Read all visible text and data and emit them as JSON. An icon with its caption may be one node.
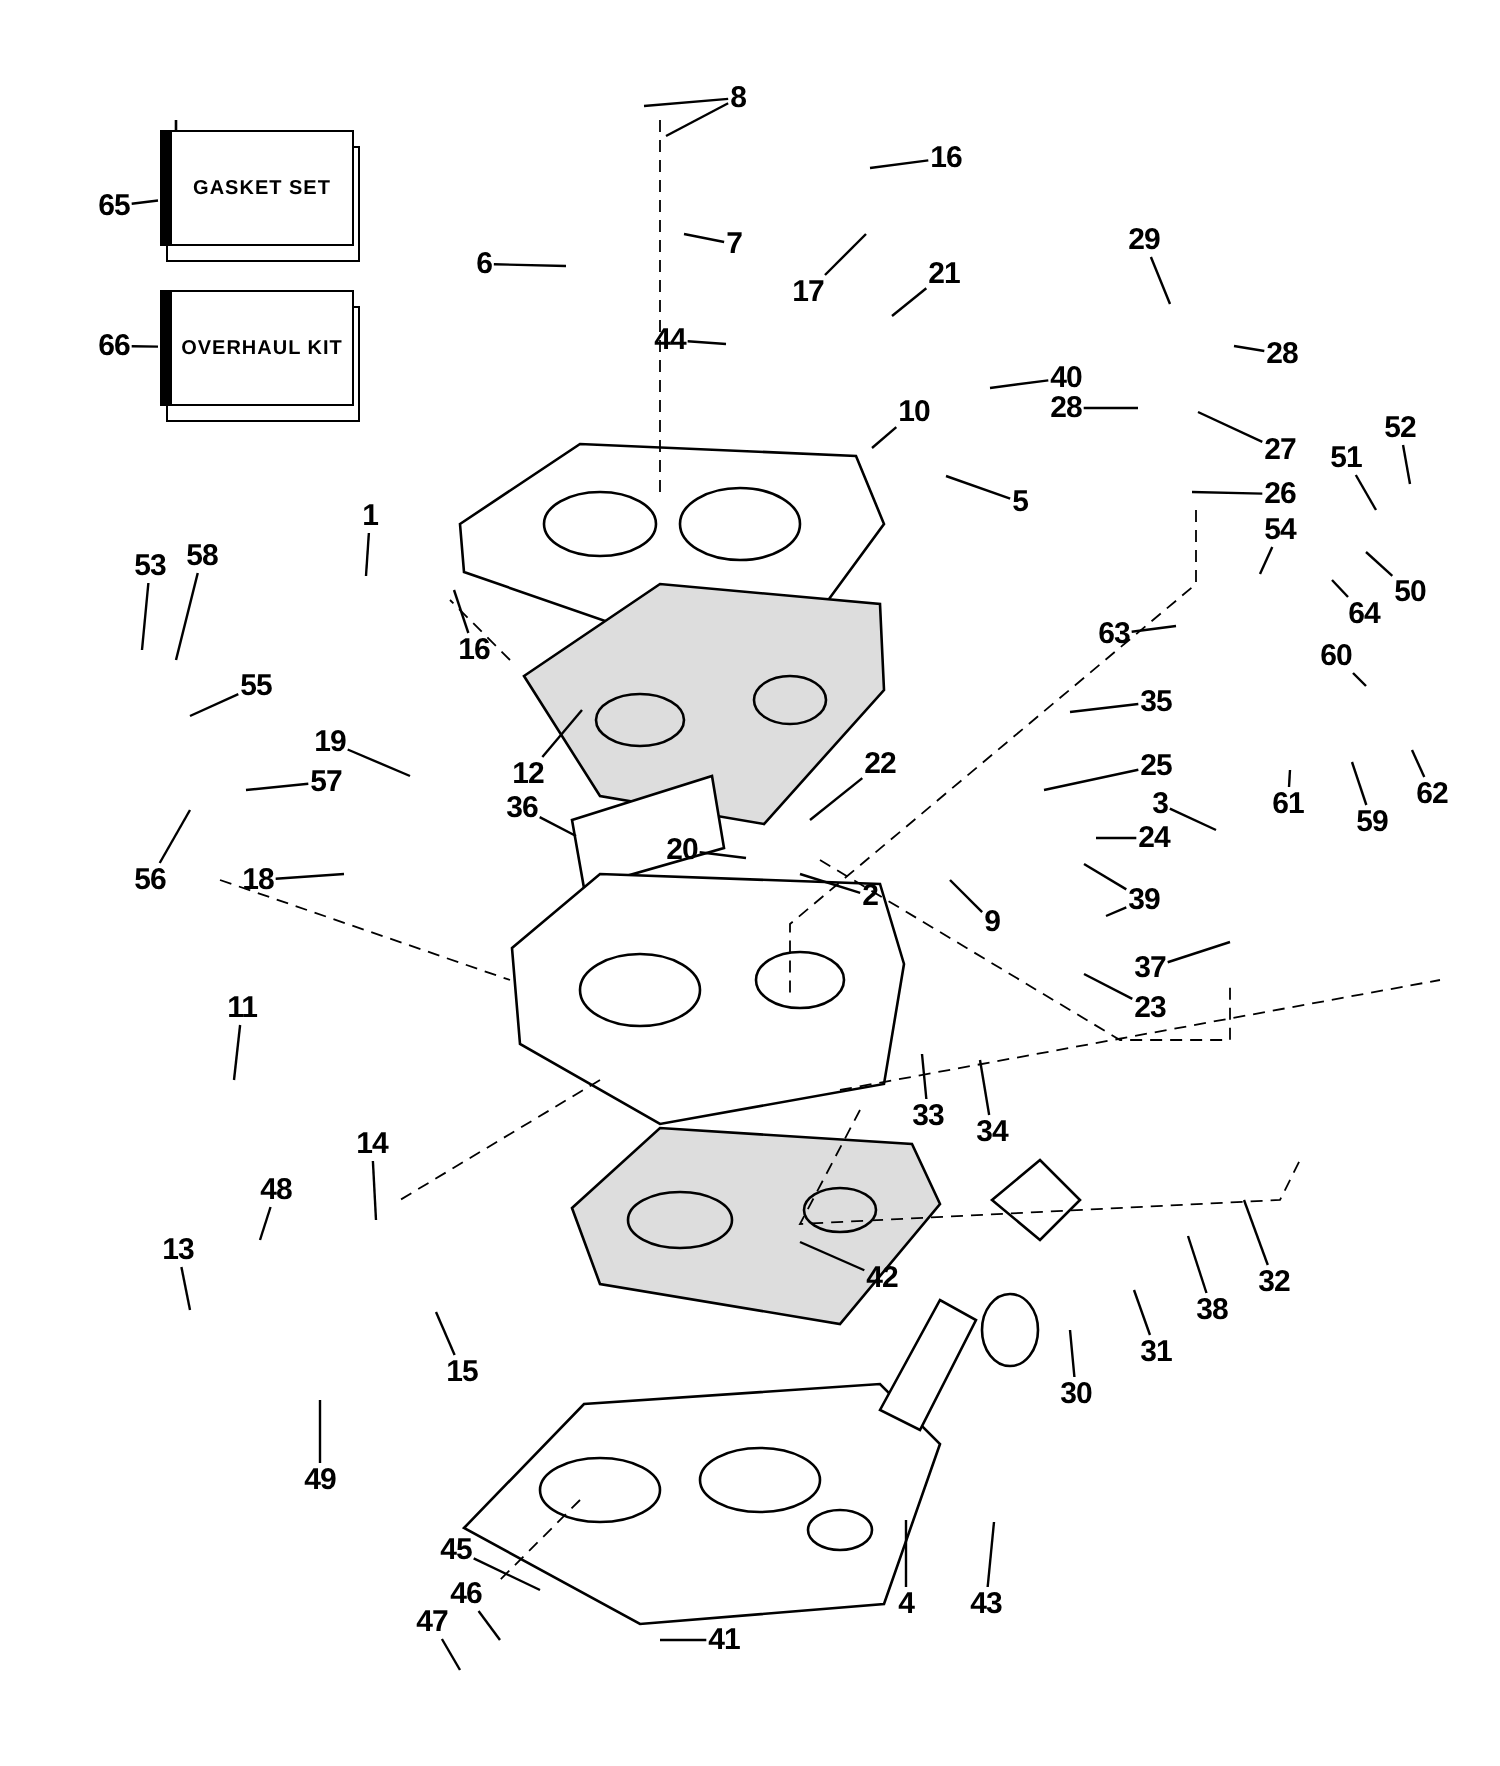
{
  "diagram": {
    "nodes": [
      {
        "text": [
          "8"
        ]
      },
      {
        "text": [
          "GASKET SET"
        ]
      },
      {
        "text": [
          "65"
        ]
      },
      {
        "text": [
          "16"
        ]
      },
      {
        "text": [
          "6"
        ]
      },
      {
        "text": [
          "7"
        ]
      },
      {
        "text": [
          "17"
        ]
      },
      {
        "text": [
          "21"
        ]
      },
      {
        "text": [
          "OVERHAUL KIT"
        ]
      },
      {
        "text": [
          "66"
        ]
      },
      {
        "text": [
          "44"
        ]
      },
      {
        "text": [
          "29"
        ]
      },
      {
        "text": [
          "28"
        ]
      },
      {
        "text": [
          "10"
        ]
      },
      {
        "text": [
          "40"
        ]
      },
      {
        "text": [
          "28"
        ]
      },
      {
        "text": [
          "27"
        ]
      },
      {
        "text": [
          "26"
        ]
      },
      {
        "text": [
          "5"
        ]
      },
      {
        "text": [
          "52"
        ]
      },
      {
        "text": [
          "51"
        ]
      },
      {
        "text": [
          "1"
        ]
      },
      {
        "text": [
          "53"
        ]
      },
      {
        "text": [
          "58"
        ]
      },
      {
        "text": [
          "54"
        ]
      },
      {
        "text": [
          "50"
        ]
      },
      {
        "text": [
          "64"
        ]
      },
      {
        "text": [
          "63"
        ]
      },
      {
        "text": [
          "16"
        ]
      },
      {
        "text": [
          "60"
        ]
      },
      {
        "text": [
          "55"
        ]
      },
      {
        "text": [
          "35"
        ]
      },
      {
        "text": [
          "19"
        ]
      },
      {
        "text": [
          "22"
        ]
      },
      {
        "text": [
          "25"
        ]
      },
      {
        "text": [
          "12"
        ]
      },
      {
        "text": [
          "57"
        ]
      },
      {
        "text": [
          "36"
        ]
      },
      {
        "text": [
          "3"
        ]
      },
      {
        "text": [
          "61"
        ]
      },
      {
        "text": [
          "62"
        ]
      },
      {
        "text": [
          "59"
        ]
      },
      {
        "text": [
          "24"
        ]
      },
      {
        "text": [
          "20"
        ]
      },
      {
        "text": [
          "56"
        ]
      },
      {
        "text": [
          "18"
        ]
      },
      {
        "text": [
          "2"
        ]
      },
      {
        "text": [
          "39"
        ]
      },
      {
        "text": [
          "9"
        ]
      },
      {
        "text": [
          "37"
        ]
      },
      {
        "text": [
          "23"
        ]
      },
      {
        "text": [
          "11"
        ]
      },
      {
        "text": [
          "33"
        ]
      },
      {
        "text": [
          "34"
        ]
      },
      {
        "text": [
          "14"
        ]
      },
      {
        "text": [
          "48"
        ]
      },
      {
        "text": [
          "13"
        ]
      },
      {
        "text": [
          "42"
        ]
      },
      {
        "text": [
          "32"
        ]
      },
      {
        "text": [
          "38"
        ]
      },
      {
        "text": [
          "31"
        ]
      },
      {
        "text": [
          "15"
        ]
      },
      {
        "text": [
          "30"
        ]
      },
      {
        "text": [
          "49"
        ]
      },
      {
        "text": [
          "45"
        ]
      },
      {
        "text": [
          "46"
        ]
      },
      {
        "text": [
          "4"
        ]
      },
      {
        "text": [
          "43"
        ]
      },
      {
        "text": [
          "47"
        ]
      },
      {
        "text": [
          "41"
        ]
      }
    ],
    "edges": [
      {
        "from": 0,
        "to": null,
        "arrow": "none"
      },
      {
        "from": 0,
        "to": null,
        "arrow": "none"
      },
      {
        "from": 2,
        "to": 1,
        "arrow": "none"
      },
      {
        "from": 3,
        "to": null,
        "arrow": "none"
      },
      {
        "from": 4,
        "to": null,
        "arrow": "none"
      },
      {
        "from": 5,
        "to": null,
        "arrow": "none"
      },
      {
        "from": 6,
        "to": null,
        "arrow": "none"
      },
      {
        "from": 7,
        "to": null,
        "arrow": "none"
      },
      {
        "from": 9,
        "to": 8,
        "arrow": "none"
      },
      {
        "from": 10,
        "to": null,
        "arrow": "none"
      },
      {
        "from": 11,
        "to": null,
        "arrow": "none"
      },
      {
        "from": 12,
        "to": null,
        "arrow": "none"
      },
      {
        "from": 13,
        "to": null,
        "arrow": "none"
      },
      {
        "from": 14,
        "to": null,
        "arrow": "none"
      },
      {
        "from": 15,
        "to": null,
        "arrow": "none"
      },
      {
        "from": 16,
        "to": null,
        "arrow": "none"
      },
      {
        "from": 17,
        "to": null,
        "arrow": "none"
      },
      {
        "from": 18,
        "to": null,
        "arrow": "none"
      },
      {
        "from": 19,
        "to": null,
        "arrow": "none"
      },
      {
        "from": 20,
        "to": null,
        "arrow": "none"
      },
      {
        "from": 21,
        "to": null,
        "arrow": "none"
      },
      {
        "from": 22,
        "to": null,
        "arrow": "none"
      },
      {
        "from": 23,
        "to": null,
        "arrow": "none"
      },
      {
        "from": 24,
        "to": null,
        "arrow": "none"
      },
      {
        "from": 25,
        "to": null,
        "arrow": "none"
      },
      {
        "from": 26,
        "to": null,
        "arrow": "none"
      },
      {
        "from": 27,
        "to": null,
        "arrow": "none"
      },
      {
        "from": 28,
        "to": null,
        "arrow": "none"
      },
      {
        "from": 29,
        "to": null,
        "arrow": "none"
      },
      {
        "from": 30,
        "to": null,
        "arrow": "none"
      },
      {
        "from": 31,
        "to": null,
        "arrow": "none"
      },
      {
        "from": 32,
        "to": null,
        "arrow": "none"
      },
      {
        "from": 33,
        "to": null,
        "arrow": "none"
      },
      {
        "from": 34,
        "to": null,
        "arrow": "none"
      },
      {
        "from": 35,
        "to": null,
        "arrow": "none"
      },
      {
        "from": 36,
        "to": null,
        "arrow": "none"
      },
      {
        "from": 37,
        "to": null,
        "arrow": "none"
      },
      {
        "from": 38,
        "to": null,
        "arrow": "none"
      },
      {
        "from": 39,
        "to": null,
        "arrow": "none"
      },
      {
        "from": 40,
        "to": null,
        "arrow": "none"
      },
      {
        "from": 41,
        "to": null,
        "arrow": "none"
      },
      {
        "from": 42,
        "to": null,
        "arrow": "none"
      },
      {
        "from": 43,
        "to": null,
        "arrow": "none"
      },
      {
        "from": 44,
        "to": null,
        "arrow": "none"
      },
      {
        "from": 45,
        "to": null,
        "arrow": "none"
      },
      {
        "from": 46,
        "to": null,
        "arrow": "none"
      },
      {
        "from": 47,
        "to": null,
        "arrow": "none"
      },
      {
        "from": 47,
        "to": null,
        "arrow": "none"
      },
      {
        "from": 48,
        "to": null,
        "arrow": "none"
      },
      {
        "from": 49,
        "to": null,
        "arrow": "none"
      },
      {
        "from": 50,
        "to": null,
        "arrow": "none"
      },
      {
        "from": 51,
        "to": null,
        "arrow": "none"
      },
      {
        "from": 52,
        "to": null,
        "arrow": "none"
      },
      {
        "from": 53,
        "to": null,
        "arrow": "none"
      },
      {
        "from": 54,
        "to": null,
        "arrow": "none"
      },
      {
        "from": 55,
        "to": null,
        "arrow": "none"
      },
      {
        "from": 56,
        "to": null,
        "arrow": "none"
      },
      {
        "from": 57,
        "to": null,
        "arrow": "none"
      },
      {
        "from": 58,
        "to": null,
        "arrow": "none"
      },
      {
        "from": 59,
        "to": null,
        "arrow": "none"
      },
      {
        "from": 60,
        "to": null,
        "arrow": "none"
      },
      {
        "from": 61,
        "to": null,
        "arrow": "none"
      },
      {
        "from": 62,
        "to": null,
        "arrow": "none"
      },
      {
        "from": 63,
        "to": null,
        "arrow": "none"
      },
      {
        "from": 64,
        "to": null,
        "arrow": "none"
      },
      {
        "from": 65,
        "to": null,
        "arrow": "none"
      },
      {
        "from": 66,
        "to": null,
        "arrow": "none"
      },
      {
        "from": 67,
        "to": null,
        "arrow": "none"
      },
      {
        "from": 68,
        "to": null,
        "arrow": "none"
      },
      {
        "from": 69,
        "to": null,
        "arrow": "none"
      }
    ]
  }
}
